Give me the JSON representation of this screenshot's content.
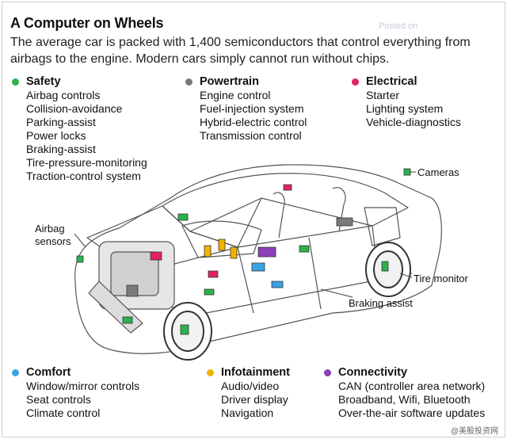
{
  "header": {
    "title": "A Computer on Wheels",
    "subtitle": "The average car is packed with 1,400 semiconductors that control everything from airbags to the engine. Modern cars simply cannot run without chips."
  },
  "colors": {
    "safety": "#2bb24c",
    "powertrain": "#7a7a7a",
    "electrical": "#e0245e",
    "comfort": "#3aa3e3",
    "infotainment": "#f0b400",
    "connectivity": "#8b3fb8"
  },
  "categories": {
    "safety": {
      "name": "Safety",
      "items": [
        "Airbag controls",
        "Collision-avoidance",
        "Parking-assist",
        "Power locks",
        "Braking-assist",
        "Tire-pressure-monitoring",
        "Traction-control system"
      ]
    },
    "powertrain": {
      "name": "Powertrain",
      "items": [
        "Engine control",
        "Fuel-injection system",
        "Hybrid-electric control",
        "Transmission control"
      ]
    },
    "electrical": {
      "name": "Electrical",
      "items": [
        "Starter",
        "Lighting system",
        "Vehicle-diagnostics"
      ]
    },
    "comfort": {
      "name": "Comfort",
      "items": [
        "Window/mirror controls",
        "Seat controls",
        "Climate control"
      ]
    },
    "infotainment": {
      "name": "Infotainment",
      "items": [
        "Audio/video",
        "Driver display",
        "Navigation"
      ]
    },
    "connectivity": {
      "name": "Connectivity",
      "items": [
        "CAN (controller area network)",
        "Broadband, Wifi, Bluetooth",
        "Over-the-air software updates"
      ]
    }
  },
  "callouts": {
    "airbag_sensors": "Airbag\nsensors",
    "cameras": "Cameras",
    "tire_monitor": "Tire monitor",
    "braking_assist": "Braking assist"
  },
  "watermarks": {
    "posted_on": "Posted on",
    "bottom": "@美股投资网"
  }
}
